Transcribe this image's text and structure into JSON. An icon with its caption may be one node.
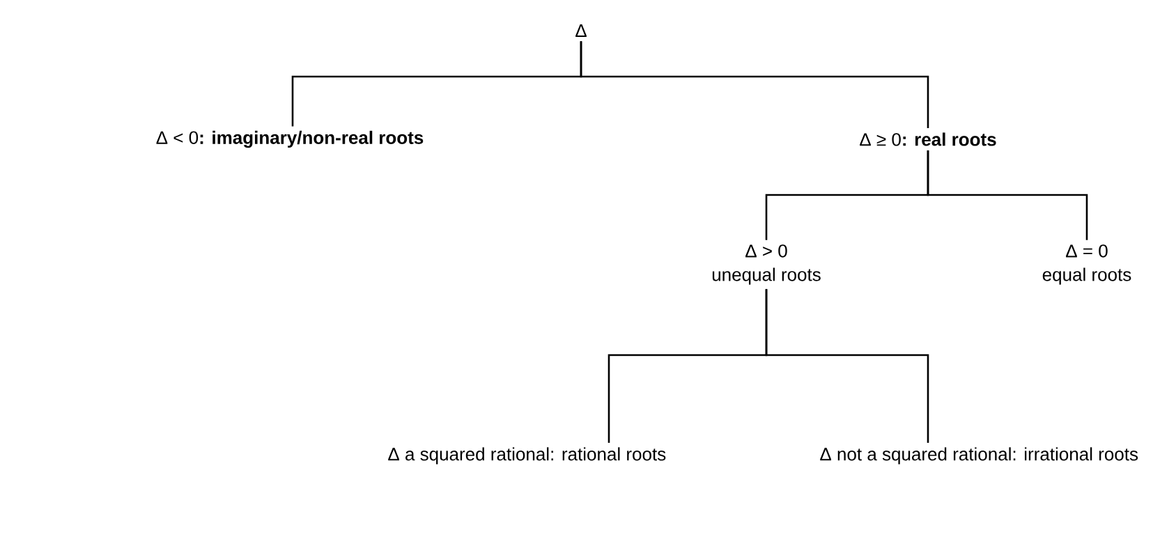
{
  "diagram": {
    "nodes": [
      {
        "text": [
          "Δ"
        ]
      },
      {
        "text": [
          "Δ < 0**: imaginary/non-real roots**"
        ]
      },
      {
        "text": [
          "Δ ≥ 0**: real roots**"
        ]
      },
      {
        "text": [
          "Δ > 0",
          "unequal roots"
        ]
      },
      {
        "text": [
          "Δ = 0",
          "equal roots"
        ]
      },
      {
        "text": [
          "Δ a squared rational: rational roots"
        ]
      },
      {
        "text": [
          "Δ not a squared rational: irrational roots"
        ]
      }
    ],
    "edges": [
      {
        "from": 0,
        "to": 1,
        "arrow": "none"
      },
      {
        "from": 0,
        "to": 2,
        "arrow": "none"
      },
      {
        "from": 2,
        "to": 3,
        "arrow": "none"
      },
      {
        "from": 2,
        "to": 4,
        "arrow": "none"
      },
      {
        "from": 3,
        "to": 5,
        "arrow": "none"
      },
      {
        "from": 3,
        "to": 6,
        "arrow": "none"
      }
    ]
  }
}
